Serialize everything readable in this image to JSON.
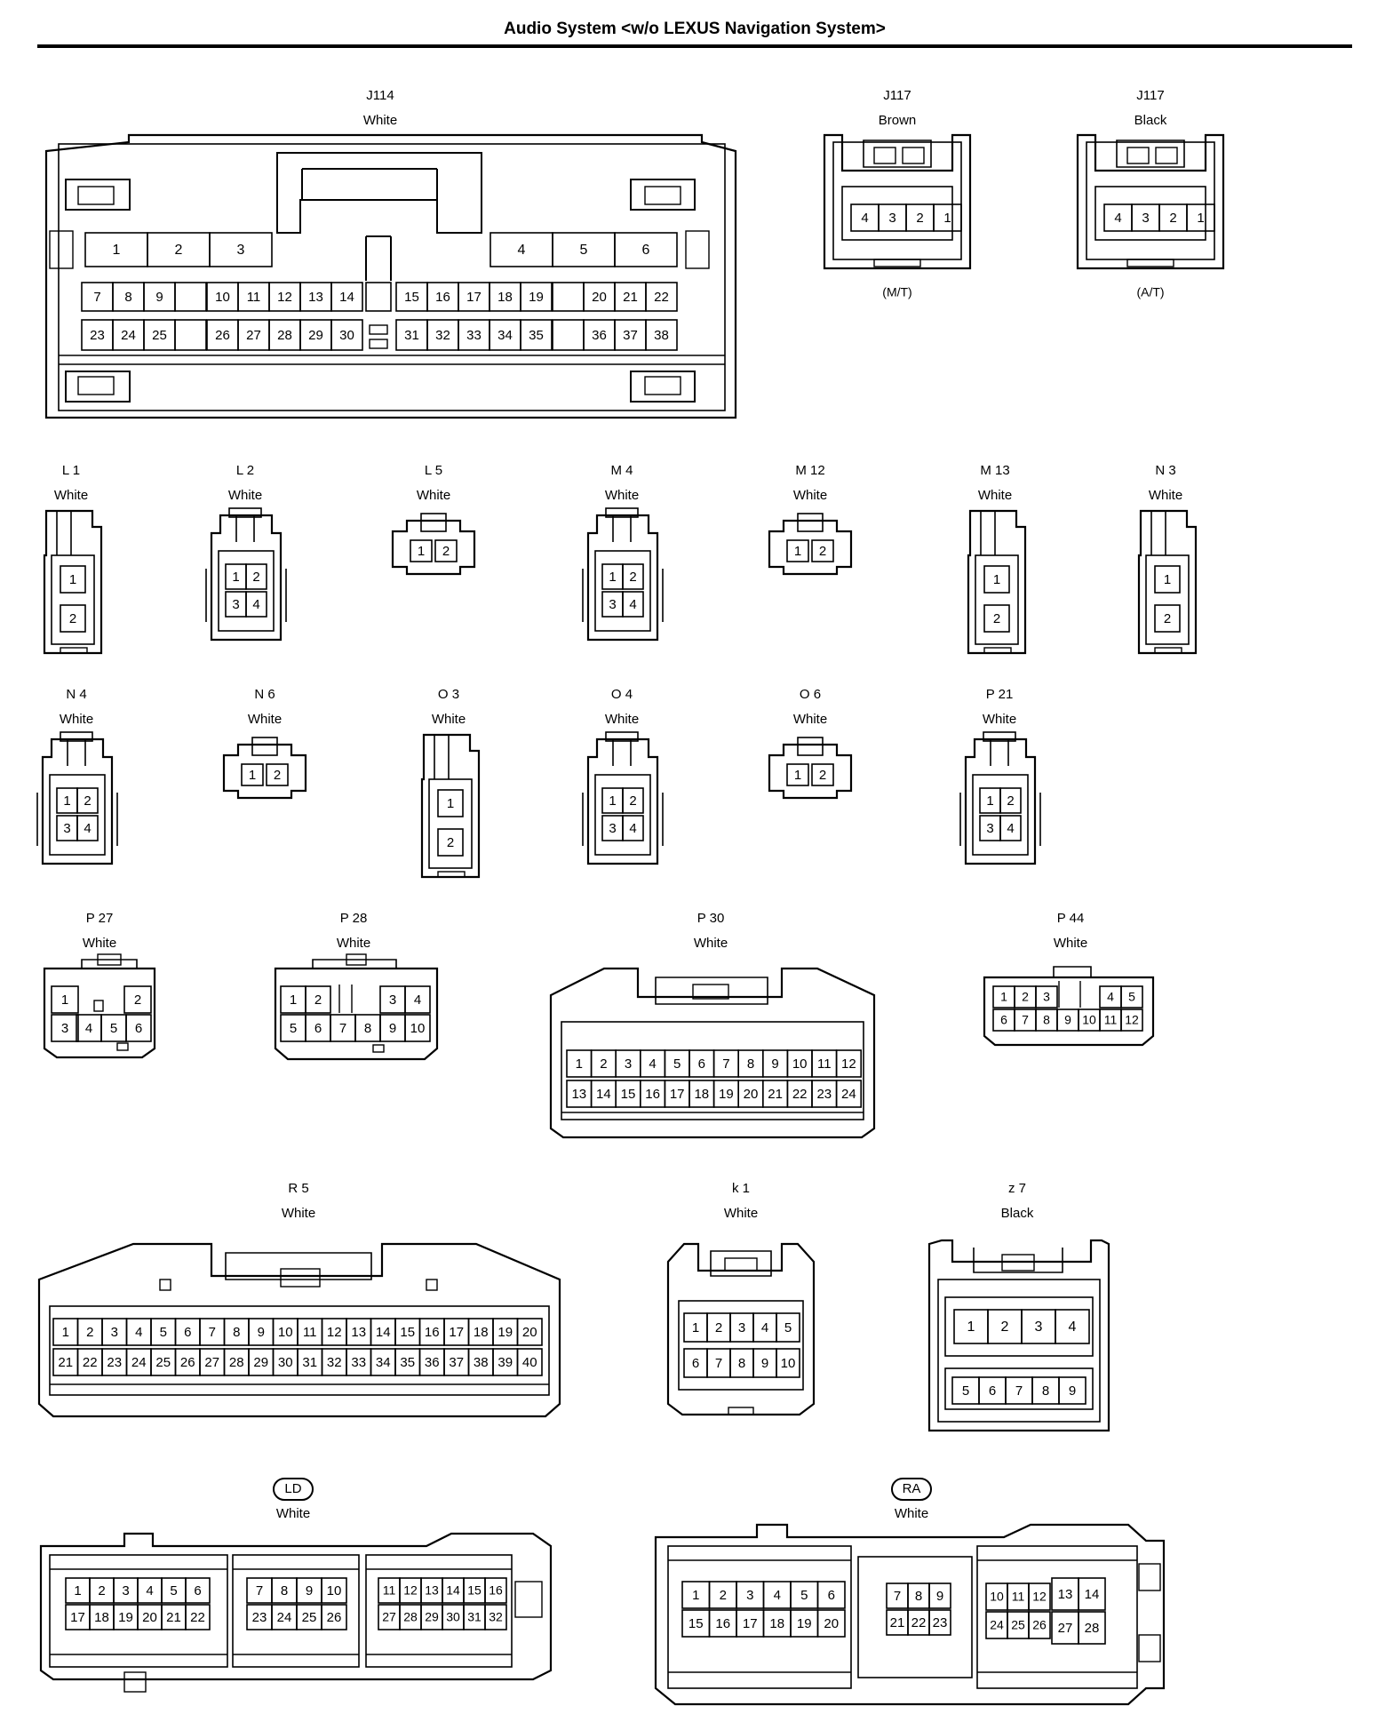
{
  "title": "Audio System <w/o LEXUS Navigation System>",
  "connectors": [
    {
      "id": "J114",
      "name": "J114",
      "color": "White"
    },
    {
      "id": "J117a",
      "name": "J117",
      "color": "Brown",
      "note": "(M/T)",
      "pins": [
        "4",
        "3",
        "2",
        "1"
      ]
    },
    {
      "id": "J117b",
      "name": "J117",
      "color": "Black",
      "note": "(A/T)",
      "pins": [
        "4",
        "3",
        "2",
        "1"
      ]
    },
    {
      "id": "L1",
      "name": "L 1",
      "color": "White"
    },
    {
      "id": "L2",
      "name": "L 2",
      "color": "White"
    },
    {
      "id": "L5",
      "name": "L 5",
      "color": "White"
    },
    {
      "id": "M4",
      "name": "M 4",
      "color": "White"
    },
    {
      "id": "M12",
      "name": "M 12",
      "color": "White"
    },
    {
      "id": "M13",
      "name": "M 13",
      "color": "White"
    },
    {
      "id": "N3",
      "name": "N 3",
      "color": "White"
    },
    {
      "id": "N4",
      "name": "N 4",
      "color": "White"
    },
    {
      "id": "N6",
      "name": "N 6",
      "color": "White"
    },
    {
      "id": "O3",
      "name": "O 3",
      "color": "White"
    },
    {
      "id": "O4",
      "name": "O 4",
      "color": "White"
    },
    {
      "id": "O6",
      "name": "O 6",
      "color": "White"
    },
    {
      "id": "P21",
      "name": "P 21",
      "color": "White"
    },
    {
      "id": "P27",
      "name": "P 27",
      "color": "White"
    },
    {
      "id": "P28",
      "name": "P 28",
      "color": "White"
    },
    {
      "id": "P30",
      "name": "P 30",
      "color": "White"
    },
    {
      "id": "P44",
      "name": "P 44",
      "color": "White"
    },
    {
      "id": "R5",
      "name": "R 5",
      "color": "White"
    },
    {
      "id": "k1",
      "name": "k 1",
      "color": "White"
    },
    {
      "id": "z7",
      "name": "z 7",
      "color": "Black"
    },
    {
      "id": "LD",
      "name": "LD",
      "color": "White",
      "badge": true
    },
    {
      "id": "RA",
      "name": "RA",
      "color": "White",
      "badge": true
    }
  ]
}
